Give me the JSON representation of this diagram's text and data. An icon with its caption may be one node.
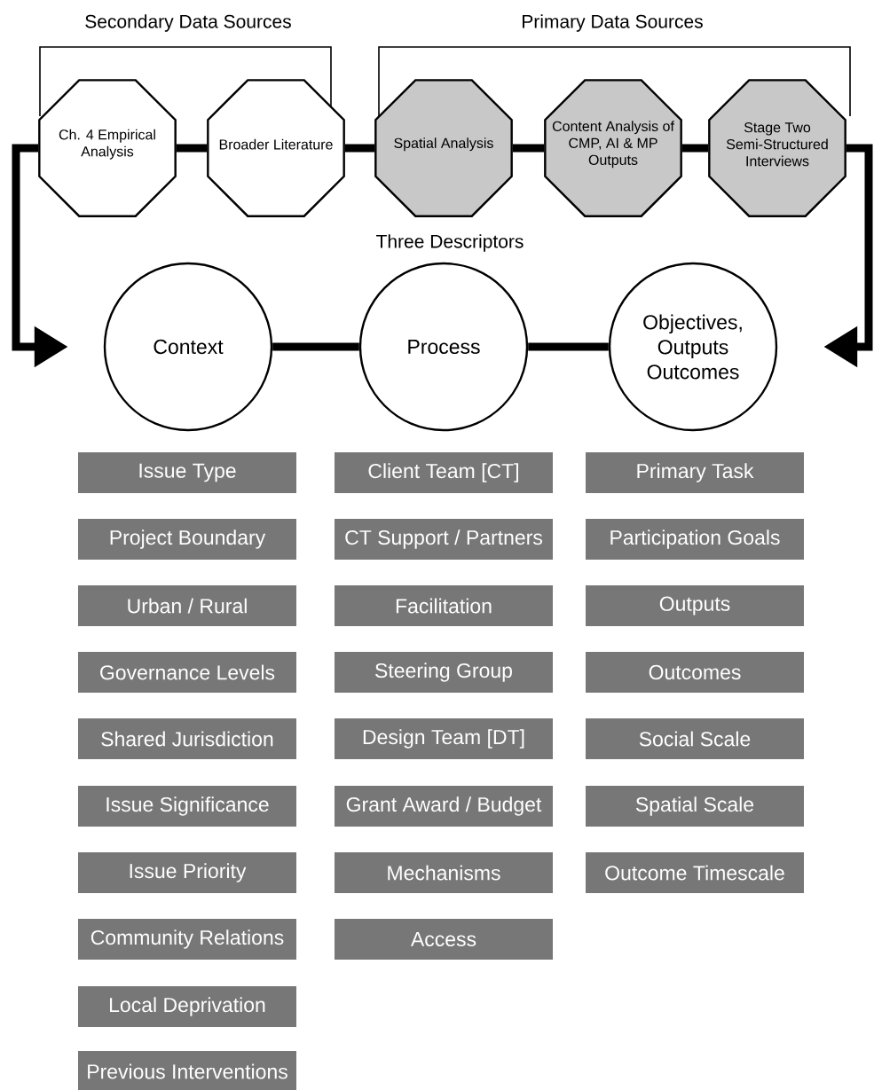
{
  "diagram": {
    "nodes": [
      {
        "text": [
          "Ch. 4 Empirical Analysis"
        ]
      },
      {
        "text": [
          "Broader Literature"
        ]
      },
      {
        "text": [
          "Spatial Analysis"
        ]
      },
      {
        "text": [
          "Content Analysis of CMP, AI & MP Outputs"
        ]
      },
      {
        "text": [
          "Stage Two Semi-Structured Interviews"
        ]
      },
      {
        "text": [
          "Context"
        ]
      },
      {
        "text": [
          "Process"
        ]
      },
      {
        "text": [
          "Objectives, Outputs Outcomes"
        ]
      },
      {
        "text": [
          "Issue Type"
        ]
      },
      {
        "text": [
          "Project Boundary"
        ]
      },
      {
        "text": [
          "Urban / Rural"
        ]
      },
      {
        "text": [
          "Governance Levels"
        ]
      },
      {
        "text": [
          "Shared Jurisdiction"
        ]
      },
      {
        "text": [
          "Issue Significance"
        ]
      },
      {
        "text": [
          "Issue Priority"
        ]
      },
      {
        "text": [
          "Community Relations"
        ]
      },
      {
        "text": [
          "Local Deprivation"
        ]
      },
      {
        "text": [
          "Previous Interventions"
        ]
      },
      {
        "text": [
          "Client Team [CT]"
        ]
      },
      {
        "text": [
          "CT Support / Partners"
        ]
      },
      {
        "text": [
          "Facilitation"
        ]
      },
      {
        "text": [
          "Steering Group"
        ]
      },
      {
        "text": [
          "Design Team [DT]"
        ]
      },
      {
        "text": [
          "Grant Award / Budget"
        ]
      },
      {
        "text": [
          "Mechanisms"
        ]
      },
      {
        "text": [
          "Access"
        ]
      },
      {
        "text": [
          "Primary Task"
        ]
      },
      {
        "text": [
          "Participation Goals"
        ]
      },
      {
        "text": [
          "Outputs"
        ]
      },
      {
        "text": [
          "Outcomes"
        ]
      },
      {
        "text": [
          "Social Scale"
        ]
      },
      {
        "text": [
          "Spatial Scale"
        ]
      },
      {
        "text": [
          "Outcome Timescale"
        ]
      }
    ],
    "edges": [
      {
        "from": 0,
        "to": 1,
        "arrow": "none"
      },
      {
        "from": 1,
        "to": 2,
        "arrow": "none"
      },
      {
        "from": 2,
        "to": 3,
        "arrow": "none"
      },
      {
        "from": 3,
        "to": 4,
        "arrow": "none"
      },
      {
        "from": 0,
        "to": 5,
        "arrow": "to"
      },
      {
        "from": 4,
        "to": 7,
        "arrow": "to"
      },
      {
        "from": 5,
        "to": 6,
        "arrow": "none"
      },
      {
        "from": 6,
        "to": 7,
        "arrow": "none"
      }
    ],
    "labels": [
      "Secondary Data Sources",
      "Primary Data Sources",
      "Three Descriptors"
    ]
  }
}
